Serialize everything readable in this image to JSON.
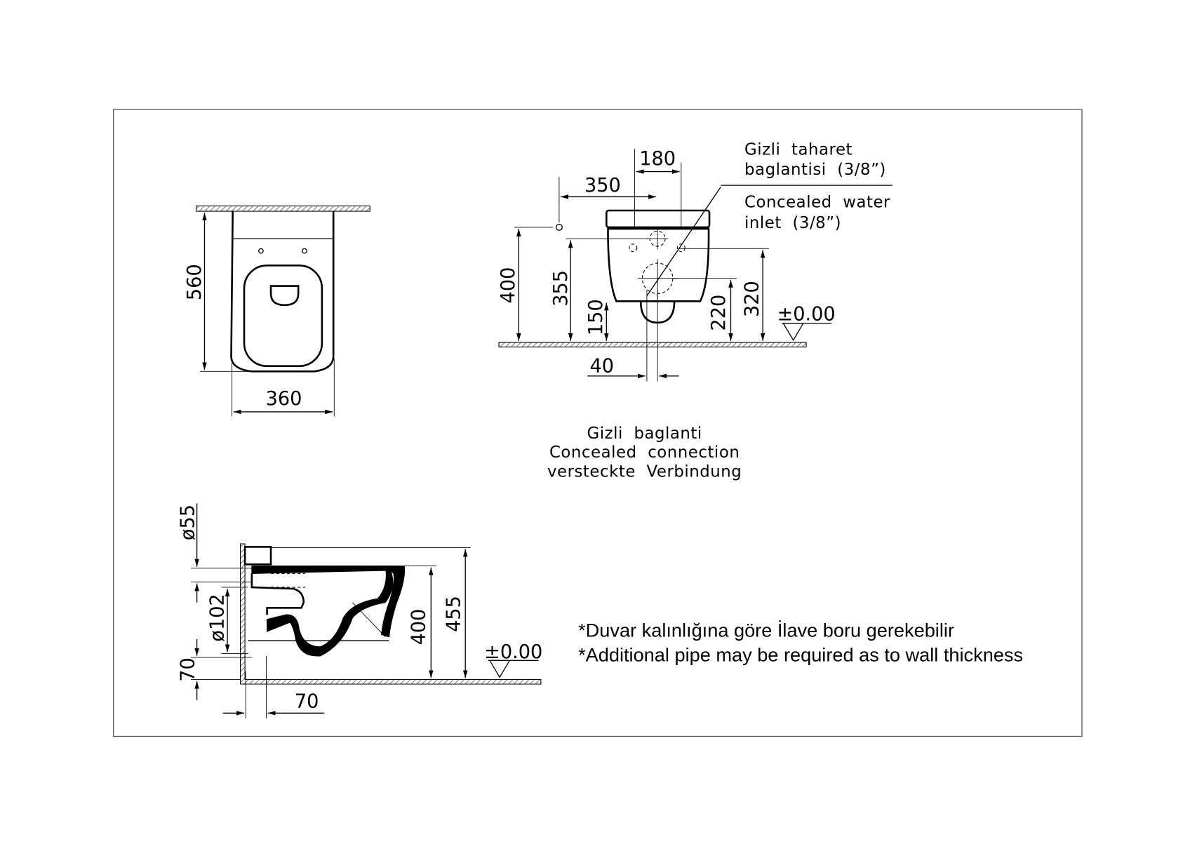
{
  "top_view": {
    "dim_depth": "560",
    "dim_width": "360"
  },
  "front_view": {
    "dim_180": "180",
    "dim_350": "350",
    "dim_400": "400",
    "dim_355": "355",
    "dim_150": "150",
    "dim_220": "220",
    "dim_320": "320",
    "dim_40": "40",
    "level": "±0.00",
    "callout": {
      "tr_line1": "Gizli  taharet",
      "tr_line2": "baglantisi  (3/8”)",
      "en_line1": "Concealed  water",
      "en_line2": "inlet  (3/8”)"
    }
  },
  "connection_label": {
    "tr": "Gizli  baglanti",
    "en": "Concealed  connection",
    "de": "versteckte  Verbindung"
  },
  "side_view": {
    "dim_d55": "ø55",
    "dim_d102": "ø102",
    "dim_70_vertical": "70",
    "dim_400": "400",
    "dim_455": "455",
    "dim_70_horizontal": "70",
    "level": "±0.00"
  },
  "notes": [
    "*Duvar kalınlığına göre İlave boru gerekebilir",
    "*Additional pipe may be required as to wall thickness"
  ]
}
